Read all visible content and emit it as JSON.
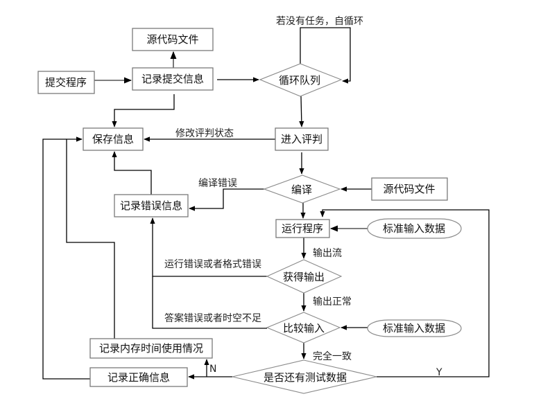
{
  "diagram": {
    "type": "flowchart",
    "nodes": {
      "source_file_top": "源代码文件",
      "submit_program": "提交程序",
      "record_submission": "记录提交信息",
      "loop_queue": "循环队列",
      "save_info": "保存信息",
      "enter_judge": "进入评判",
      "compile": "编译",
      "source_file_right": "源代码文件",
      "record_error": "记录错误信息",
      "run_program": "运行程序",
      "std_input_1": "标准输入数据",
      "get_output": "获得输出",
      "compare_input": "比较输入",
      "std_input_2": "标准输入数据",
      "more_test_data": "是否还有测试数据",
      "record_memory_time": "记录内存时间使用情况",
      "record_correct": "记录正确信息"
    },
    "edge_labels": {
      "self_loop": "若没有任务，自循环",
      "modify_status": "修改评判状态",
      "compile_error": "编译错误",
      "output_stream": "输出流",
      "runtime_or_format_error": "运行错误或者格式错误",
      "output_normal": "输出正常",
      "wrong_or_limit": "答案错误或者时空不足",
      "exact_match": "完全一致",
      "no": "N",
      "yes": "Y"
    },
    "edges": [
      {
        "from": "submit_program",
        "to": "record_submission"
      },
      {
        "from": "record_submission",
        "to": "source_file_top"
      },
      {
        "from": "record_submission",
        "to": "loop_queue"
      },
      {
        "from": "record_submission",
        "to": "save_info"
      },
      {
        "from": "loop_queue",
        "to": "loop_queue",
        "label": "self_loop"
      },
      {
        "from": "loop_queue",
        "to": "enter_judge"
      },
      {
        "from": "enter_judge",
        "to": "save_info",
        "label": "modify_status"
      },
      {
        "from": "enter_judge",
        "to": "compile"
      },
      {
        "from": "source_file_right",
        "to": "compile"
      },
      {
        "from": "compile",
        "to": "record_error",
        "label": "compile_error"
      },
      {
        "from": "compile",
        "to": "run_program"
      },
      {
        "from": "record_error",
        "to": "save_info"
      },
      {
        "from": "std_input_1",
        "to": "run_program"
      },
      {
        "from": "run_program",
        "to": "get_output",
        "label": "output_stream"
      },
      {
        "from": "get_output",
        "to": "record_error",
        "label": "runtime_or_format_error"
      },
      {
        "from": "get_output",
        "to": "compare_input",
        "label": "output_normal"
      },
      {
        "from": "compare_input",
        "to": "record_error",
        "label": "wrong_or_limit"
      },
      {
        "from": "std_input_2",
        "to": "compare_input"
      },
      {
        "from": "compare_input",
        "to": "more_test_data",
        "label": "exact_match"
      },
      {
        "from": "more_test_data",
        "to": "run_program",
        "label": "yes"
      },
      {
        "from": "more_test_data",
        "to": "record_correct",
        "label": "no"
      },
      {
        "from": "more_test_data",
        "to": "record_memory_time",
        "label": "no"
      },
      {
        "from": "record_memory_time",
        "to": "save_info"
      },
      {
        "from": "record_correct",
        "to": "save_info"
      }
    ]
  }
}
